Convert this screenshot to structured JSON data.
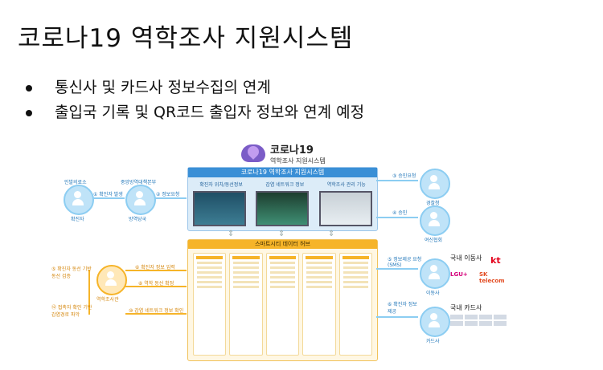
{
  "slide": {
    "title": "코로나19 역학조사 지원시스템",
    "bullets": [
      "통신사 및 카드사 정보수집의 연계",
      "출입국 기록 및 QR코드 출입자 정보와 연계 예정"
    ]
  },
  "diagram": {
    "logo": {
      "line1": "코로나19",
      "line2": "역학조사 지원시스템"
    },
    "system_panel": {
      "title": "코로나19 역학조사 지원시스템",
      "labels": [
        "확진자 위치/동선정보",
        "감염 네트워크 정보",
        "역학조사 관리 기능"
      ]
    },
    "hub_panel": {
      "title": "스마트시티 데이터 허브"
    },
    "left_nodes": [
      {
        "label": "인발의료소",
        "caption": "확진자",
        "step": "① 확진자 발생"
      },
      {
        "label": "중앙방역대책본부",
        "caption": "방역당국",
        "step": "② 정보요청"
      }
    ],
    "orange_nodes": [
      {
        "label": "역학조사관",
        "caption": "역학조사관"
      }
    ],
    "orange_steps": [
      "⑤ 확진자 동선 기반 동선 검증",
      "⑥ 확진자 정보 입력",
      "⑧ 역학 동선 확정",
      "⑩ 감염 네트워크 정보 확인",
      "⑫ 접촉자 확인 기반 감염경로 파악"
    ],
    "right_nodes": [
      {
        "label": "경찰청",
        "step": "③ 승인요청"
      },
      {
        "label": "여신협회",
        "step": "④ 승인"
      },
      {
        "label": "이동사",
        "step": "⑤ 정보제공 요청(SMS)"
      },
      {
        "label": "카드사",
        "step": "⑥ 확진자 정보 제공"
      }
    ],
    "telecom": {
      "title": "국내 이동사",
      "logos": [
        "kt",
        "LGU+",
        "SK telecom"
      ]
    },
    "cards": {
      "title": "국내 카드사"
    }
  }
}
